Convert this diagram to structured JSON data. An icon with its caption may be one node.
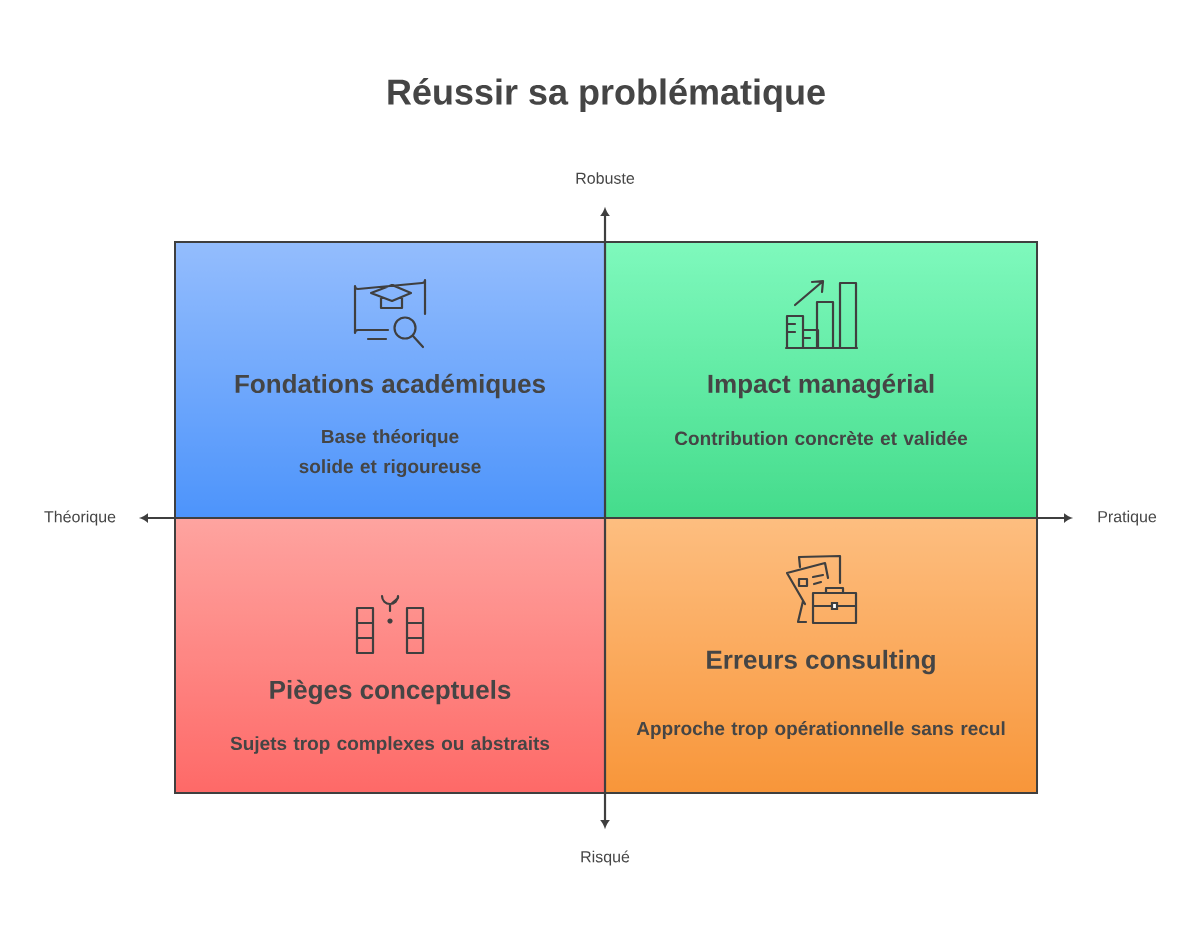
{
  "diagram": {
    "title": "Réussir sa problématique",
    "nodes": [
      {
        "text": [
          "Fondations académiques",
          "Base théorique solide et rigoureuse"
        ]
      },
      {
        "text": [
          "Impact managérial",
          "Contribution concrète et validée"
        ]
      },
      {
        "text": [
          "Pièges conceptuels",
          "Sujets trop complexes ou abstraits"
        ]
      },
      {
        "text": [
          "Erreurs consulting",
          "Approche trop opérationnelle sans recul"
        ]
      }
    ],
    "labels": [
      "Robuste",
      "Théorique",
      "Pratique",
      "Risqué"
    ]
  }
}
